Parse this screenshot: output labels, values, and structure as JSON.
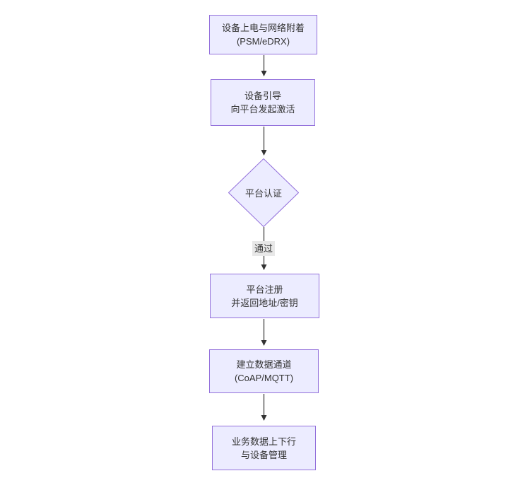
{
  "diagram": {
    "type": "flowchart",
    "direction": "top-down",
    "colors": {
      "background": "#ffffff",
      "node_fill": "#ECECFF",
      "node_border": "#9370DB",
      "text": "#333333",
      "edge_line": "#333333",
      "edge_label_bg": "#e8e8e8"
    },
    "nodes": {
      "power_attach": {
        "shape": "rect",
        "line1": "设备上电与网络附着",
        "line2": "(PSM/eDRX)"
      },
      "bootstrap": {
        "shape": "rect",
        "line1": "设备引导",
        "line2": "向平台发起激活"
      },
      "auth": {
        "shape": "diamond",
        "line1": "平台认证"
      },
      "register": {
        "shape": "rect",
        "line1": "平台注册",
        "line2": "并返回地址/密钥"
      },
      "channel": {
        "shape": "rect",
        "line1": "建立数据通道",
        "line2": "(CoAP/MQTT)"
      },
      "business": {
        "shape": "rect",
        "line1": "业务数据上下行",
        "line2": "与设备管理"
      }
    },
    "edge_labels": {
      "auth_to_register": "通过"
    }
  }
}
